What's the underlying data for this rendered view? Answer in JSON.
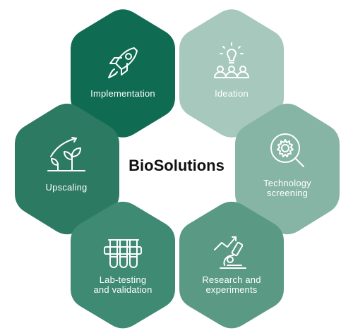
{
  "center": {
    "title": "BioSolutions"
  },
  "stages": {
    "implementation": {
      "label": "Implementation",
      "icon": "rocket-icon",
      "color": "#0f6b52"
    },
    "ideation": {
      "label": "Ideation",
      "icon": "lightbulb-team-icon",
      "color": "#a6c8bd"
    },
    "technology_screening": {
      "label": "Technology\nscreening",
      "icon": "gear-magnifier-icon",
      "color": "#86b4a5"
    },
    "research_experiments": {
      "label": "Research and\nexperiments",
      "icon": "microscope-graph-icon",
      "color": "#5a9a84"
    },
    "lab_testing": {
      "label": "Lab-testing\nand validation",
      "icon": "test-tubes-icon",
      "color": "#3f8a72"
    },
    "upscaling": {
      "label": "Upscaling",
      "icon": "plant-growth-icon",
      "color": "#2c7a61"
    }
  }
}
